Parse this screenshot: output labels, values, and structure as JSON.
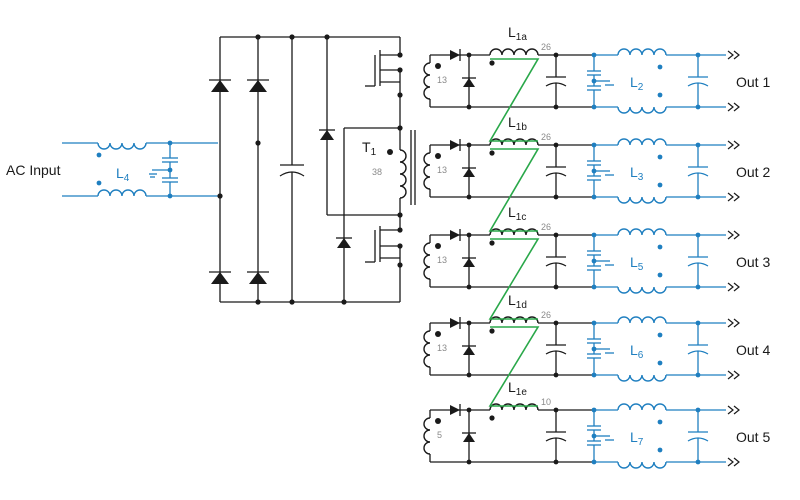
{
  "input_label": "AC Input",
  "transformer": {
    "letter": "T",
    "sub": "1",
    "turns": "38"
  },
  "filter_inductor": {
    "letter": "L",
    "sub": "4"
  },
  "outputs": [
    {
      "label": "Out 1",
      "coupled": "1a",
      "coupled_turns": "26",
      "winding_turns": "13",
      "filter": "2"
    },
    {
      "label": "Out 2",
      "coupled": "1b",
      "coupled_turns": "26",
      "winding_turns": "13",
      "filter": "3"
    },
    {
      "label": "Out 3",
      "coupled": "1c",
      "coupled_turns": "26",
      "winding_turns": "13",
      "filter": "5"
    },
    {
      "label": "Out 4",
      "coupled": "1d",
      "coupled_turns": "26",
      "winding_turns": "13",
      "filter": "6"
    },
    {
      "label": "Out 5",
      "coupled": "1e",
      "coupled_turns": "10",
      "winding_turns": "5",
      "filter": "7"
    }
  ],
  "colors": {
    "wire": "#1a1a1a",
    "filter": "#1f7fc0",
    "coupling": "#2aa84a"
  }
}
